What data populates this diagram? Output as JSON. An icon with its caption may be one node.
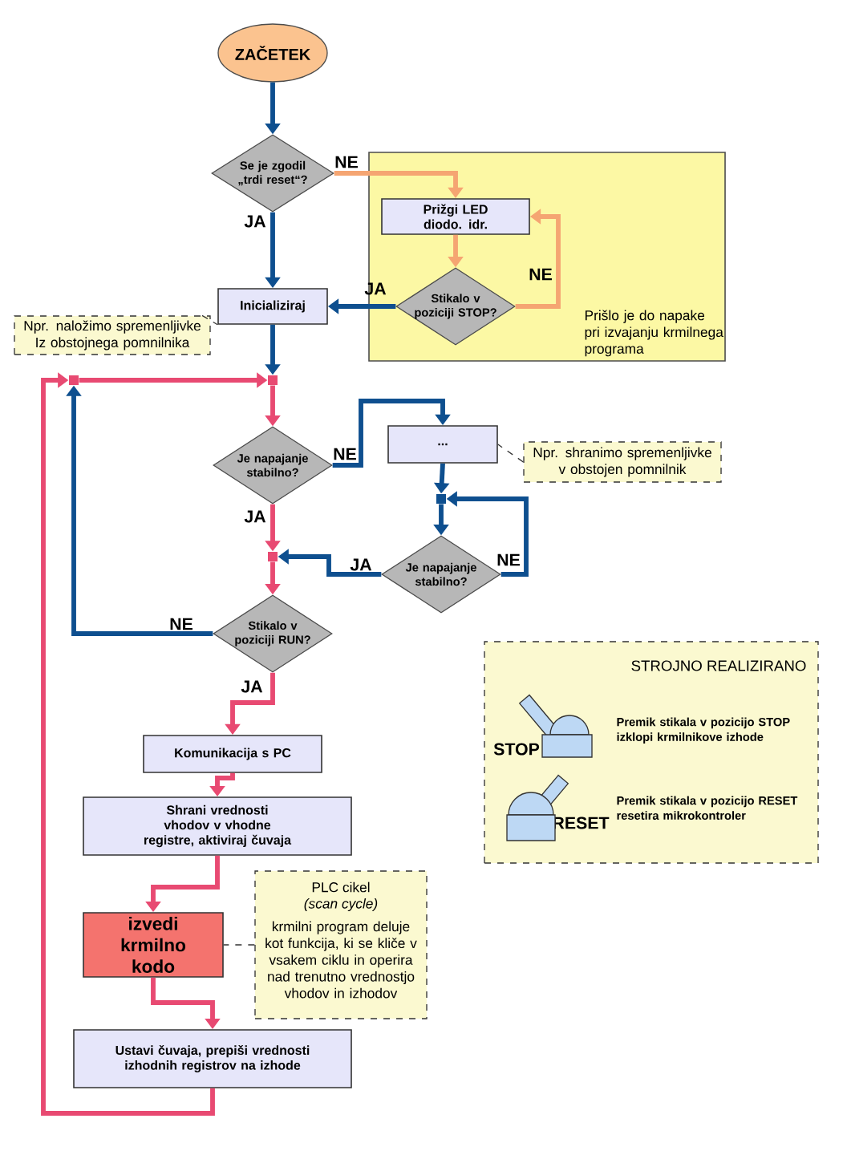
{
  "diagram": {
    "nodes": [
      {
        "text": [
          "ZAČETEK"
        ]
      },
      {
        "text": [
          "Se je zgodil „trdi reset“?"
        ]
      },
      {
        "text": [
          "Prišlo je do napake pri izvajanju krmilnega programa"
        ]
      },
      {
        "text": [
          "Prižgi LED diodo. idr."
        ],
        "in": 2
      },
      {
        "text": [
          "Stikalo v poziciji STOP?"
        ],
        "in": 2
      },
      {
        "text": [
          "Inicializiraj"
        ]
      },
      {
        "text": [
          "Npr. naložimo spremenljivke Iz obstojnega pomnilnika"
        ]
      },
      {
        "text": [],
        "shape": "box"
      },
      {
        "text": [],
        "shape": "box"
      },
      {
        "text": [
          "Je napajanje stabilno?"
        ]
      },
      {
        "text": [
          "..."
        ]
      },
      {
        "text": [
          "Npr. shranimo spremenljivke v obstojen pomnilnik"
        ]
      },
      {
        "text": [],
        "shape": "box"
      },
      {
        "text": [],
        "shape": "box"
      },
      {
        "text": [
          "Je napajanje stabilno?"
        ]
      },
      {
        "text": [
          "Stikalo v poziciji RUN?"
        ]
      },
      {
        "text": [
          "STROJNO REALIZIRANO",
          "STOP",
          "Premik stikala v pozicijo STOP izklopi krmilnikove izhode",
          "RESET",
          "Premik stikala v pozicijo RESET resetira mikrokontroler"
        ]
      },
      {
        "text": [
          "Komunikacija s PC"
        ]
      },
      {
        "text": [
          "Shrani vrednosti vhodov v vhodne registre, aktiviraj čuvaja"
        ]
      },
      {
        "text": [
          "PLC cikel",
          "(scan cycle)",
          "krmilni program deluje kot funkcija, ki se kliče v vsakem ciklu in operira nad trenutno vrednostjo vhodov in izhodov"
        ]
      },
      {
        "text": [
          "izvedi krmilno kodo"
        ]
      },
      {
        "text": [
          "Ustavi čuvaja, prepiši vrednosti izhodnih registrov na izhode"
        ]
      }
    ],
    "edges": [
      {
        "from": 0,
        "to": 1,
        "arrow": "to",
        "color": "#0e4f8f"
      },
      {
        "from": 1,
        "to": 5,
        "arrow": "to",
        "label": "JA",
        "color": "#0e4f8f"
      },
      {
        "from": 1,
        "to": 3,
        "arrow": "to",
        "label": "NE",
        "color": "#f5a572"
      },
      {
        "from": 3,
        "to": 4,
        "arrow": "to",
        "color": "#f5a572"
      },
      {
        "from": 4,
        "to": 3,
        "arrow": "to",
        "label": "NE",
        "color": "#f5a572"
      },
      {
        "from": 4,
        "to": 5,
        "arrow": "to",
        "label": "JA",
        "color": "#0e4f8f"
      },
      {
        "from": 6,
        "to": 5,
        "arrow": "none",
        "style": "dashed",
        "color": "#333333"
      },
      {
        "from": 5,
        "to": 8,
        "arrow": "to",
        "color": "#0e4f8f"
      },
      {
        "from": 7,
        "to": 8,
        "arrow": "to",
        "color": "#e84a72"
      },
      {
        "from": 8,
        "to": 9,
        "arrow": "to",
        "color": "#e84a72"
      },
      {
        "from": 9,
        "to": 10,
        "arrow": "to",
        "label": "NE",
        "color": "#0e4f8f"
      },
      {
        "from": 10,
        "to": 12,
        "arrow": "to",
        "color": "#0e4f8f"
      },
      {
        "from": 11,
        "to": 10,
        "arrow": "none",
        "style": "dashed",
        "color": "#333333"
      },
      {
        "from": 12,
        "to": 14,
        "arrow": "to",
        "color": "#0e4f8f"
      },
      {
        "from": 14,
        "to": 12,
        "arrow": "to",
        "label": "NE",
        "color": "#0e4f8f"
      },
      {
        "from": 14,
        "to": 13,
        "arrow": "to",
        "label": "JA",
        "color": "#0e4f8f"
      },
      {
        "from": 9,
        "to": 13,
        "arrow": "to",
        "label": "JA",
        "color": "#e84a72"
      },
      {
        "from": 13,
        "to": 15,
        "arrow": "to",
        "color": "#e84a72"
      },
      {
        "from": 15,
        "to": 7,
        "arrow": "to",
        "label": "NE",
        "color": "#0e4f8f"
      },
      {
        "from": 15,
        "to": 17,
        "arrow": "to",
        "label": "JA",
        "color": "#e84a72"
      },
      {
        "from": 17,
        "to": 18,
        "arrow": "to",
        "color": "#e84a72"
      },
      {
        "from": 18,
        "to": 20,
        "arrow": "to",
        "color": "#e84a72"
      },
      {
        "from": 20,
        "to": 21,
        "arrow": "to",
        "color": "#e84a72"
      },
      {
        "from": 21,
        "to": 7,
        "arrow": "to",
        "color": "#e84a72"
      },
      {
        "from": 19,
        "to": 20,
        "arrow": "none",
        "style": "dashed",
        "color": "#333333"
      }
    ]
  }
}
